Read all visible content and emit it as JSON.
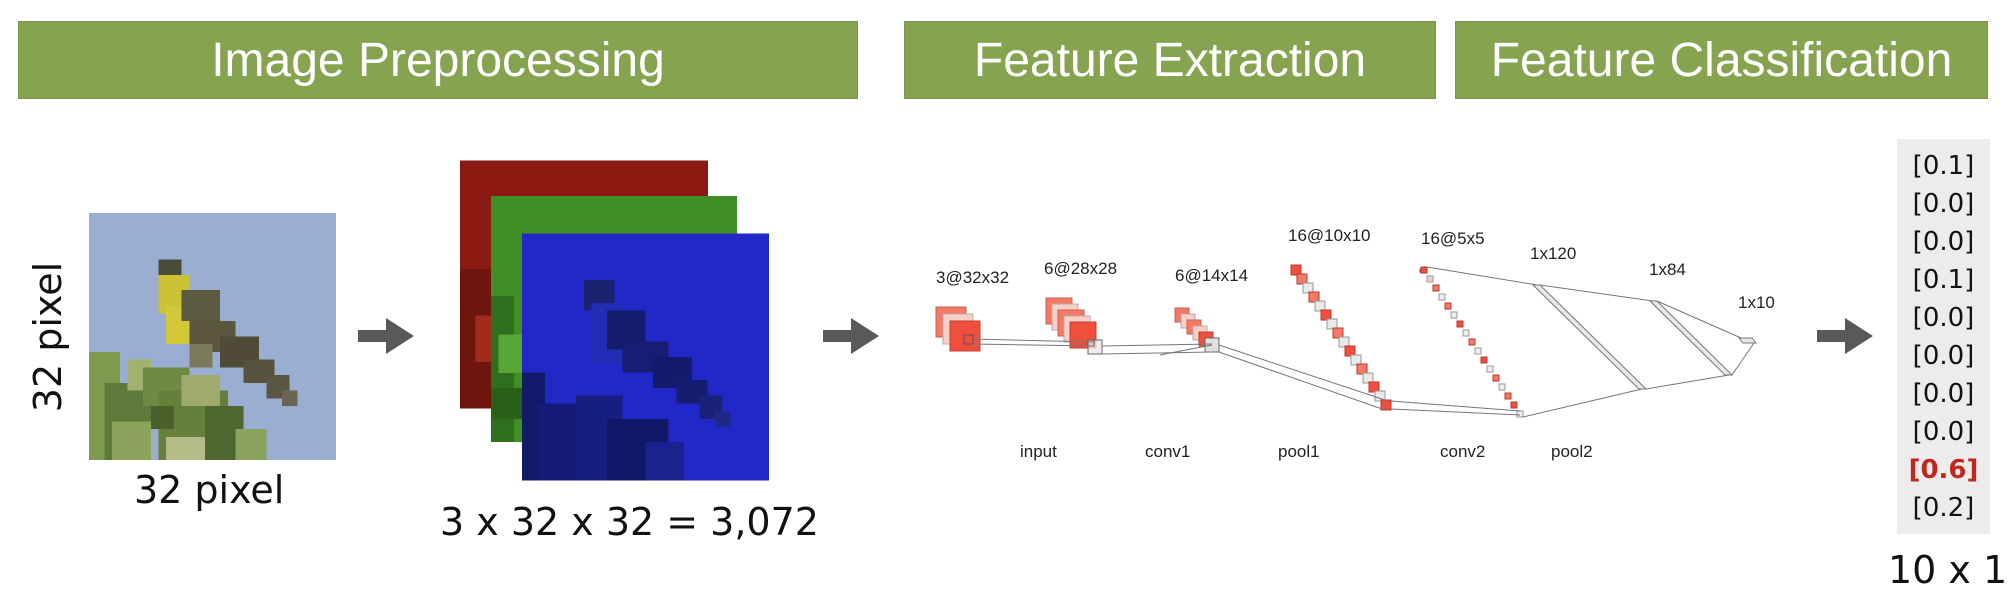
{
  "banners": {
    "preprocessing": "Image Preprocessing",
    "extraction": "Feature Extraction",
    "classification": "Feature Classification"
  },
  "image": {
    "height_label": "32 pixel",
    "width_label": "32 pixel",
    "channels_equation": "3 x 32 x 32 = 3,072"
  },
  "cnn": {
    "shape_labels": {
      "input": "3@32x32",
      "conv1": "6@28x28",
      "pool1": "6@14x14",
      "conv2": "16@10x10",
      "pool2": "16@5x5",
      "fc1": "1x120",
      "fc2": "1x84",
      "out": "1x10"
    },
    "layer_names": {
      "input": "input",
      "conv1": "conv1",
      "pool1": "pool1",
      "conv2": "conv2",
      "pool2": "pool2"
    }
  },
  "output": {
    "values": [
      "[0.1]",
      "[0.0]",
      "[0.0]",
      "[0.1]",
      "[0.0]",
      "[0.0]",
      "[0.0]",
      "[0.0]",
      "[0.6]",
      "[0.2]"
    ],
    "highlight_index": 8,
    "highlight_color": "#c0281c",
    "dims": "10 x 1"
  },
  "colors": {
    "banner": "#86a34f",
    "arrow": "#595959",
    "red_channel": "#8a1a12",
    "green_channel": "#3f8f26",
    "blue_channel": "#2228c8",
    "feature_map": "#ef5a45"
  }
}
